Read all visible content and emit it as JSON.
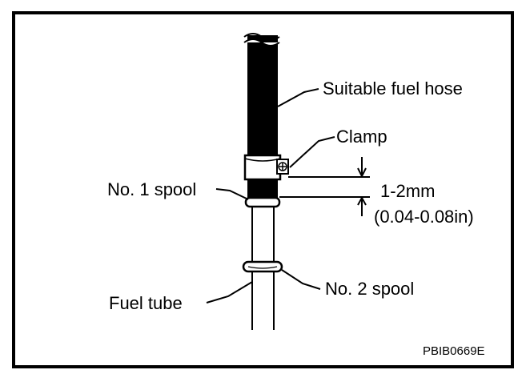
{
  "labels": {
    "fuel_hose": "Suitable fuel hose",
    "clamp": "Clamp",
    "spool1": "No. 1 spool",
    "dimension_mm": "1-2mm",
    "dimension_in": "(0.04-0.08in)",
    "fuel_tube": "Fuel tube",
    "spool2": "No. 2 spool"
  },
  "figure_code": "PBIB0669E",
  "colors": {
    "line": "#000000",
    "background": "#ffffff",
    "hose": "#000000"
  }
}
